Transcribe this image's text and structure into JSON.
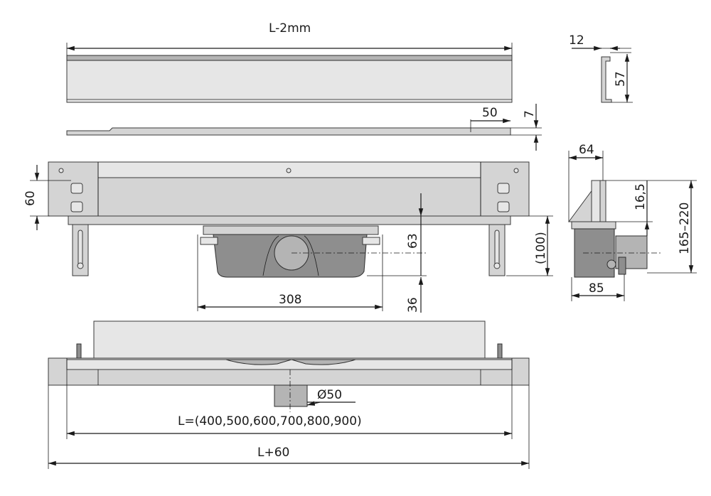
{
  "dimensions": {
    "top_cover_length": "L-2mm",
    "profile_width": "12",
    "profile_height": "57",
    "strip_offset": "50",
    "strip_height": "7",
    "frame_height": "60",
    "side_width": "64",
    "side_depth": "16,5",
    "height_range": "165–220",
    "outlet_height": "63",
    "body_depth": "(100)",
    "base_height": "36",
    "trap_width": "308",
    "side_base_width": "85",
    "outlet_diameter": "Ø50",
    "lengths": "L=(400,500,600,700,800,900)",
    "total_length": "L+60"
  },
  "colors": {
    "line": "#1a1a1a",
    "metal": "#d4d4d4",
    "dark_part": "#8e8e8e"
  }
}
